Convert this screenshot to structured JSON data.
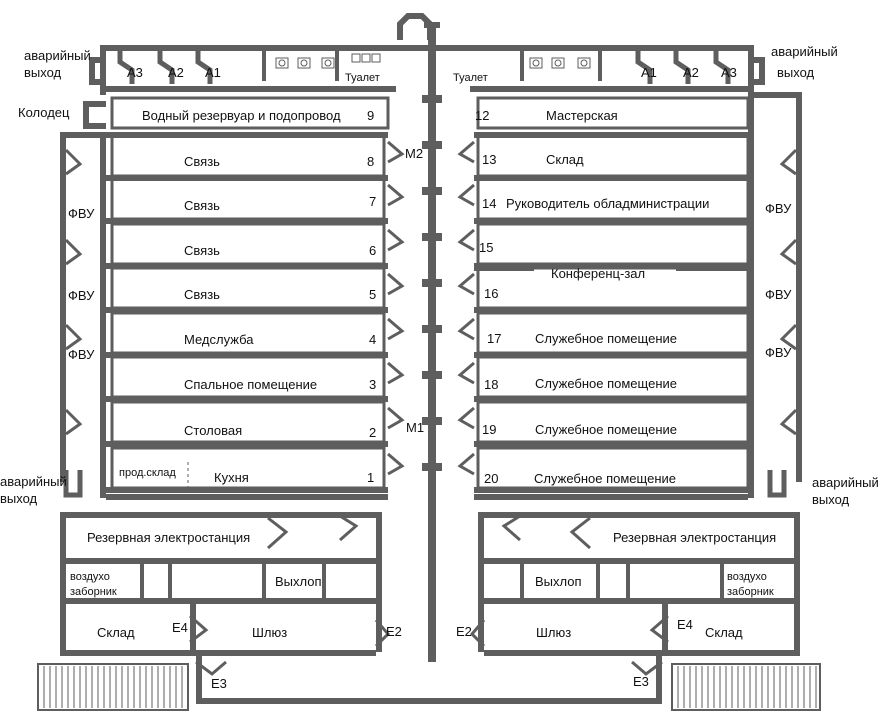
{
  "colors": {
    "wall": "#5e5e5e",
    "background": "#ffffff",
    "text": "#111111"
  },
  "left_wing": {
    "exit_top": [
      "аварийный",
      "выход"
    ],
    "exit_bottom": [
      "аварийный",
      "выход"
    ],
    "well": "Колодец",
    "airlocks": [
      "А3",
      "А2",
      "А1"
    ],
    "fvu": [
      "ФВУ",
      "ФВУ",
      "ФВУ"
    ],
    "toilet": "Туалет",
    "rooms": [
      {
        "name": "Водный резервуар и подопровод",
        "num": "9"
      },
      {
        "name": "Связь",
        "num": "8"
      },
      {
        "name": "Связь",
        "num": "7"
      },
      {
        "name": "Связь",
        "num": "6"
      },
      {
        "name": "Связь",
        "num": "5"
      },
      {
        "name": "Медслужба",
        "num": "4"
      },
      {
        "name": "Спальное помещение",
        "num": "3"
      },
      {
        "name": "Столовая",
        "num": "2"
      },
      {
        "name": "Кухня",
        "num": "1",
        "sub": "прод.склад"
      }
    ]
  },
  "right_wing": {
    "exit_top": [
      "аварийный",
      "выход"
    ],
    "exit_bottom": [
      "аварийный",
      "выход"
    ],
    "airlocks": [
      "А1",
      "А2",
      "А3"
    ],
    "fvu": [
      "ФВУ",
      "ФВУ",
      "ФВУ"
    ],
    "toilet": "Туалет",
    "rooms": [
      {
        "name": "Мастерская",
        "num": "12"
      },
      {
        "name": "Склад",
        "num": "13"
      },
      {
        "name": "Руководитель обладминистрации",
        "num": "14"
      },
      {
        "name": "Конференц-зал",
        "num": "15"
      },
      {
        "name": "",
        "num": "16"
      },
      {
        "name": "Служебное помещение",
        "num": "17"
      },
      {
        "name": "Служебное помещение",
        "num": "18"
      },
      {
        "name": "Служебное помещение",
        "num": "19"
      },
      {
        "name": "Служебное помещение",
        "num": "20"
      }
    ]
  },
  "corridor": {
    "m2": "М2",
    "m1": "М1"
  },
  "lower_left": {
    "power": "Резервная электростанция",
    "intake": [
      "воздухо",
      "заборник"
    ],
    "exhaust": "Выхлоп",
    "store": "Склад",
    "lock": "Шлюз",
    "e4": "Е4",
    "e3": "Е3",
    "e2": "Е2"
  },
  "lower_right": {
    "power": "Резервная электростанция",
    "intake": [
      "воздухо",
      "заборник"
    ],
    "exhaust": "Выхлоп",
    "store": "Склад",
    "lock": "Шлюз",
    "e4": "Е4",
    "e3": "Е3",
    "e2": "Е2"
  }
}
